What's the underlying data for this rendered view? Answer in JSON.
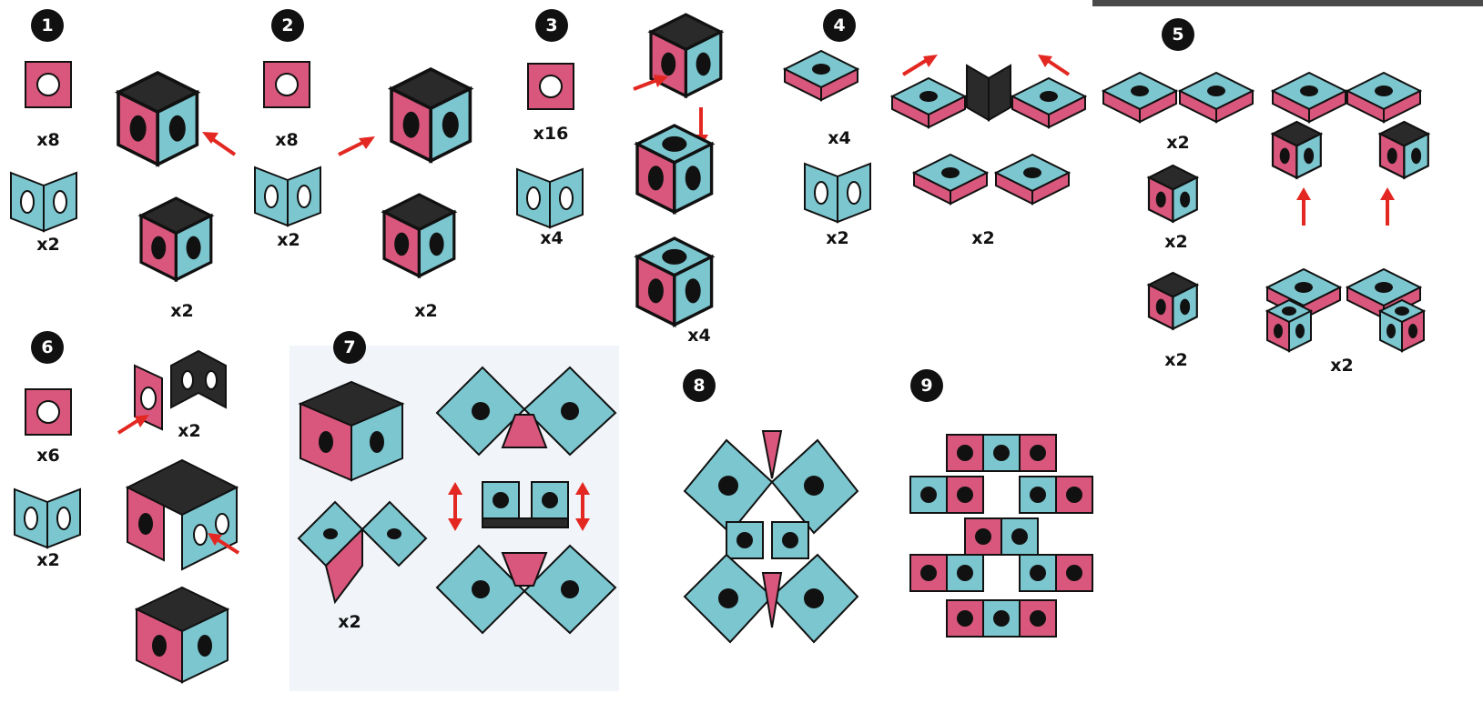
{
  "steps": [
    {
      "number": "1",
      "labels": [
        "x8",
        "x2",
        "x2"
      ]
    },
    {
      "number": "2",
      "labels": [
        "x8",
        "x2",
        "x2"
      ]
    },
    {
      "number": "3",
      "labels": [
        "x16",
        "x4",
        "x4"
      ]
    },
    {
      "number": "4",
      "labels": [
        "x4",
        "x2",
        "x2"
      ]
    },
    {
      "number": "5",
      "labels": [
        "x2",
        "x2",
        "x2",
        "x2"
      ]
    },
    {
      "number": "6",
      "labels": [
        "x6",
        "x2",
        "x2"
      ]
    },
    {
      "number": "7",
      "labels": [
        "x2"
      ]
    },
    {
      "number": "8",
      "labels": []
    },
    {
      "number": "9",
      "labels": []
    }
  ],
  "colors": {
    "pink": "#d9577c",
    "teal": "#7bc6cf",
    "dark": "#2a2a2a",
    "arrow": "#e32822"
  }
}
